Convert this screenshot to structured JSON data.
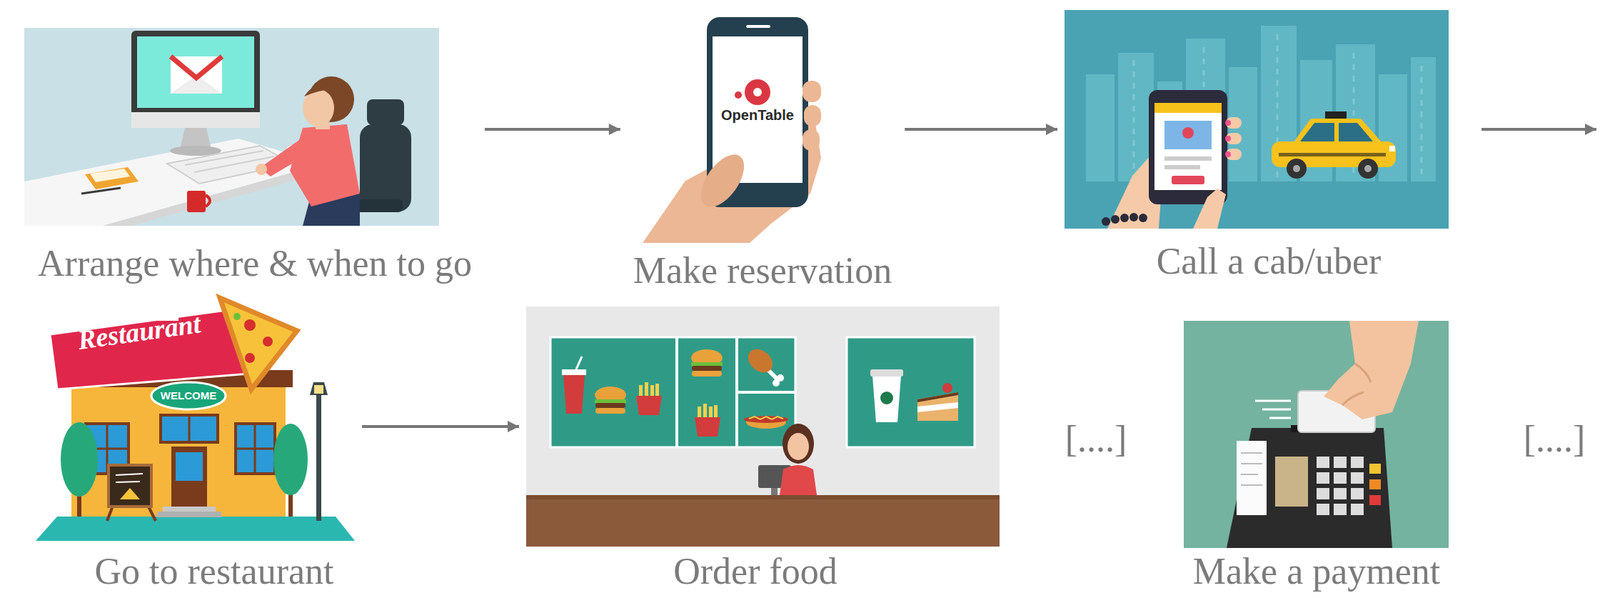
{
  "diagram": {
    "nodes": [
      {
        "text": [
          "Arrange where & when to go"
        ]
      },
      {
        "text": [
          "Make reservation"
        ]
      },
      {
        "text": [
          "Call a cab/uber"
        ]
      },
      {
        "text": [
          "Go to restaurant"
        ]
      },
      {
        "text": [
          "Order food"
        ]
      },
      {
        "text": [
          "Make a payment"
        ]
      }
    ],
    "edges": [
      {
        "from": 0,
        "to": 1,
        "arrow": "to"
      },
      {
        "from": 1,
        "to": 2,
        "arrow": "to"
      },
      {
        "from": 3,
        "to": 4,
        "arrow": "to"
      }
    ],
    "labels": [
      "OpenTable",
      "Restaurant",
      "WELCOME",
      "[....]",
      "[....]"
    ]
  }
}
